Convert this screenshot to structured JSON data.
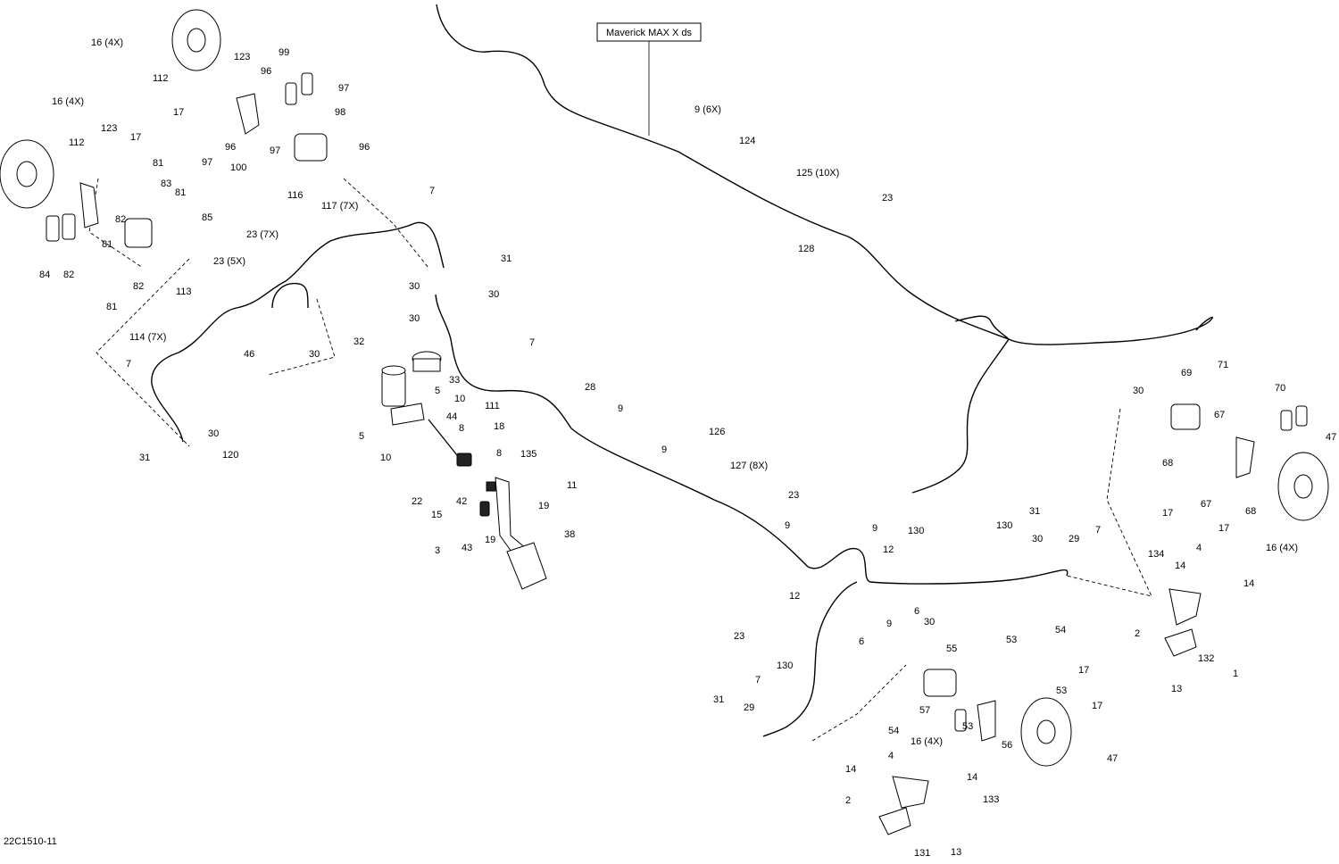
{
  "diagram": {
    "title": "Maverick MAX X ds",
    "figure_code": "22C1510-11",
    "callouts": [
      "16 (4X)",
      "112",
      "123",
      "99",
      "96",
      "97",
      "98",
      "17",
      "16 (4X)",
      "123",
      "112",
      "17",
      "96",
      "97",
      "97",
      "96",
      "100",
      "81",
      "83",
      "81",
      "85",
      "82",
      "81",
      "84",
      "82",
      "82",
      "81",
      "116",
      "117 (7X)",
      "7",
      "23 (7X)",
      "23 (5X)",
      "113",
      "31",
      "30",
      "114 (7X)",
      "7",
      "46",
      "30",
      "30",
      "30",
      "31",
      "120",
      "30",
      "32",
      "33",
      "5",
      "10",
      "44",
      "5",
      "10",
      "111",
      "18",
      "8",
      "8",
      "135",
      "22",
      "15",
      "42",
      "11",
      "19",
      "19",
      "3",
      "43",
      "38",
      "7",
      "28",
      "9",
      "9",
      "126",
      "127 (8X)",
      "23",
      "9",
      "9",
      "9",
      "12",
      "6",
      "12",
      "6",
      "130",
      "130",
      "31",
      "30",
      "29",
      "7",
      "Maverick MAX X ds",
      "9 (6X)",
      "124",
      "125 (10X)",
      "23",
      "128",
      "30",
      "69",
      "71",
      "70",
      "67",
      "68",
      "17",
      "67",
      "68",
      "17",
      "47",
      "16 (4X)",
      "134",
      "14",
      "4",
      "14",
      "2",
      "132",
      "13",
      "1",
      "23",
      "130",
      "7",
      "29",
      "31",
      "30",
      "55",
      "53",
      "54",
      "17",
      "53",
      "54",
      "57",
      "53",
      "56",
      "17",
      "47",
      "16 (4X)",
      "4",
      "14",
      "14",
      "133",
      "2",
      "131",
      "13",
      "1"
    ]
  }
}
